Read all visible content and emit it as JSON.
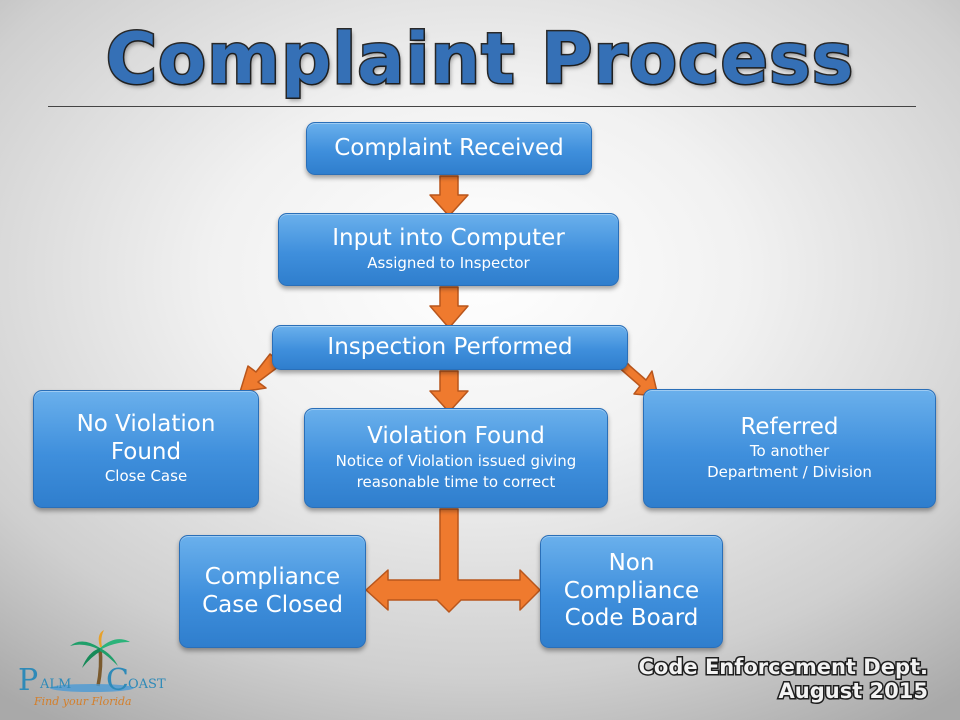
{
  "title": "Complaint Process",
  "nodes": {
    "received": {
      "title": "Complaint Received"
    },
    "input": {
      "title": "Input into Computer",
      "sub": "Assigned to Inspector"
    },
    "inspection": {
      "title": "Inspection Performed"
    },
    "no_violation": {
      "title_line1": "No Violation",
      "title_line2": "Found",
      "sub": "Close Case"
    },
    "violation": {
      "title": "Violation Found",
      "sub_line1": "Notice of Violation issued giving",
      "sub_line2": "reasonable time to correct"
    },
    "referred": {
      "title": "Referred",
      "sub_line1": "To another",
      "sub_line2": "Department / Division"
    },
    "compliance": {
      "line1": "Compliance",
      "line2": "Case Closed"
    },
    "non_compliance": {
      "line1": "Non",
      "line2": "Compliance",
      "line3": "Code Board"
    }
  },
  "footer": {
    "line1": "Code Enforcement Dept.",
    "line2": "August 2015"
  },
  "logo": {
    "name_part1": "ALM",
    "name_part2": "OAST",
    "initial1": "P",
    "initial2": "C",
    "tagline": "Find your Florida"
  },
  "colors": {
    "box": "#3f8fdc",
    "arrow": "#ef7a2e",
    "arrow_stroke": "#b9561c",
    "title": "#3570b6"
  }
}
